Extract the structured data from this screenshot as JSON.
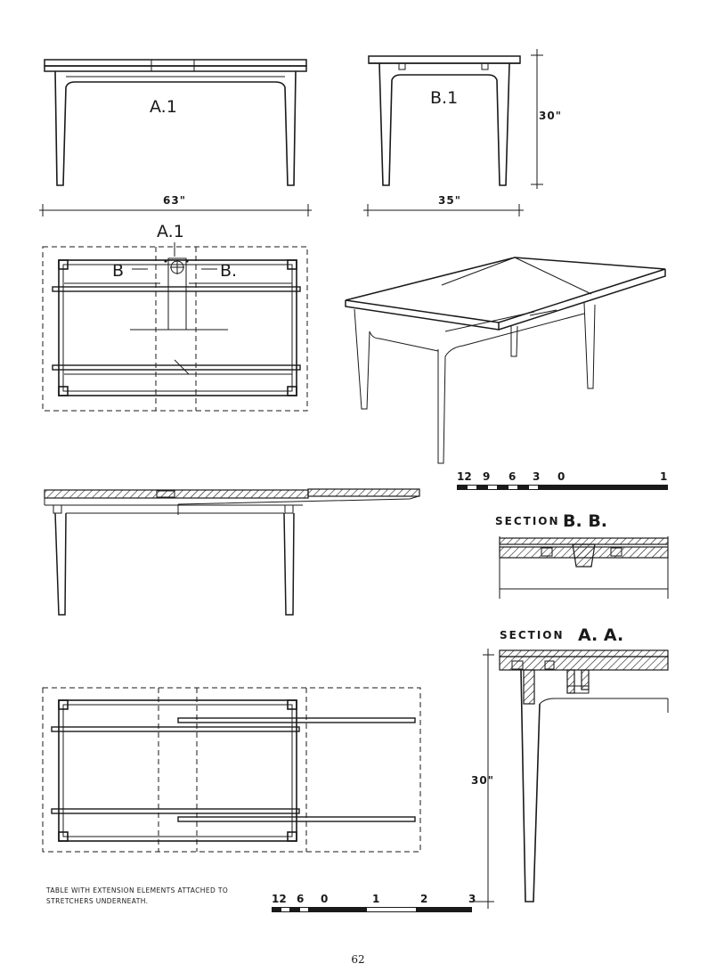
{
  "views": {
    "front_label": "A.1",
    "side_label": "B.1",
    "plan_label": "A.1",
    "section_marker_left": "B",
    "section_marker_right": "B."
  },
  "dimensions": {
    "length": "63\"",
    "width": "35\"",
    "height_side": "30\"",
    "height_section": "30\""
  },
  "sections": {
    "bb_word": "SECTION",
    "bb_name": "B. B.",
    "aa_word": "SECTION",
    "aa_name": "A. A."
  },
  "scale_top": [
    "12",
    "9",
    "6",
    "3",
    "0",
    "1"
  ],
  "scale_bottom": [
    "12",
    "6",
    "0",
    "1",
    "2",
    "3"
  ],
  "caption": "TABLE WITH EXTENSION ELEMENTS ATTACHED TO STRETCHERS UNDERNEATH.",
  "page_number": "62"
}
